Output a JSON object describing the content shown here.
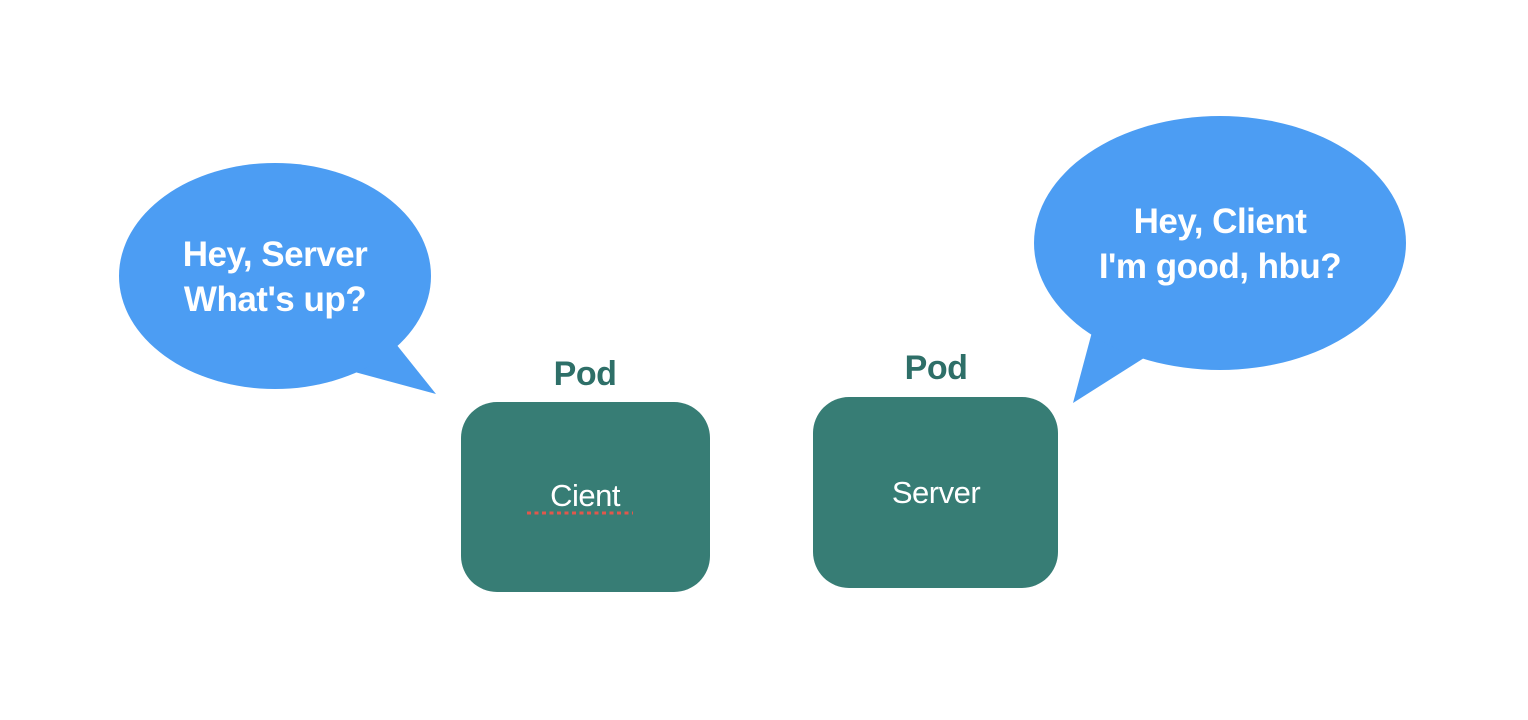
{
  "colors": {
    "background": "#ffffff",
    "bubble_blue": "#4C9DF3",
    "pod_fill_teal": "#377D75",
    "pod_label_teal": "#2E6F68",
    "bubble_text_white": "#FFFFFF",
    "box_text_white": "#FFFFFF",
    "spellcheck_red": "#E1574C"
  },
  "client_bubble": {
    "line1": "Hey, Server",
    "line2": "What's up?"
  },
  "server_bubble": {
    "line1": "Hey, Client",
    "line2": "I'm good, hbu?"
  },
  "client_pod": {
    "label": "Pod",
    "name": "Cient"
  },
  "server_pod": {
    "label": "Pod",
    "name": "Server"
  }
}
